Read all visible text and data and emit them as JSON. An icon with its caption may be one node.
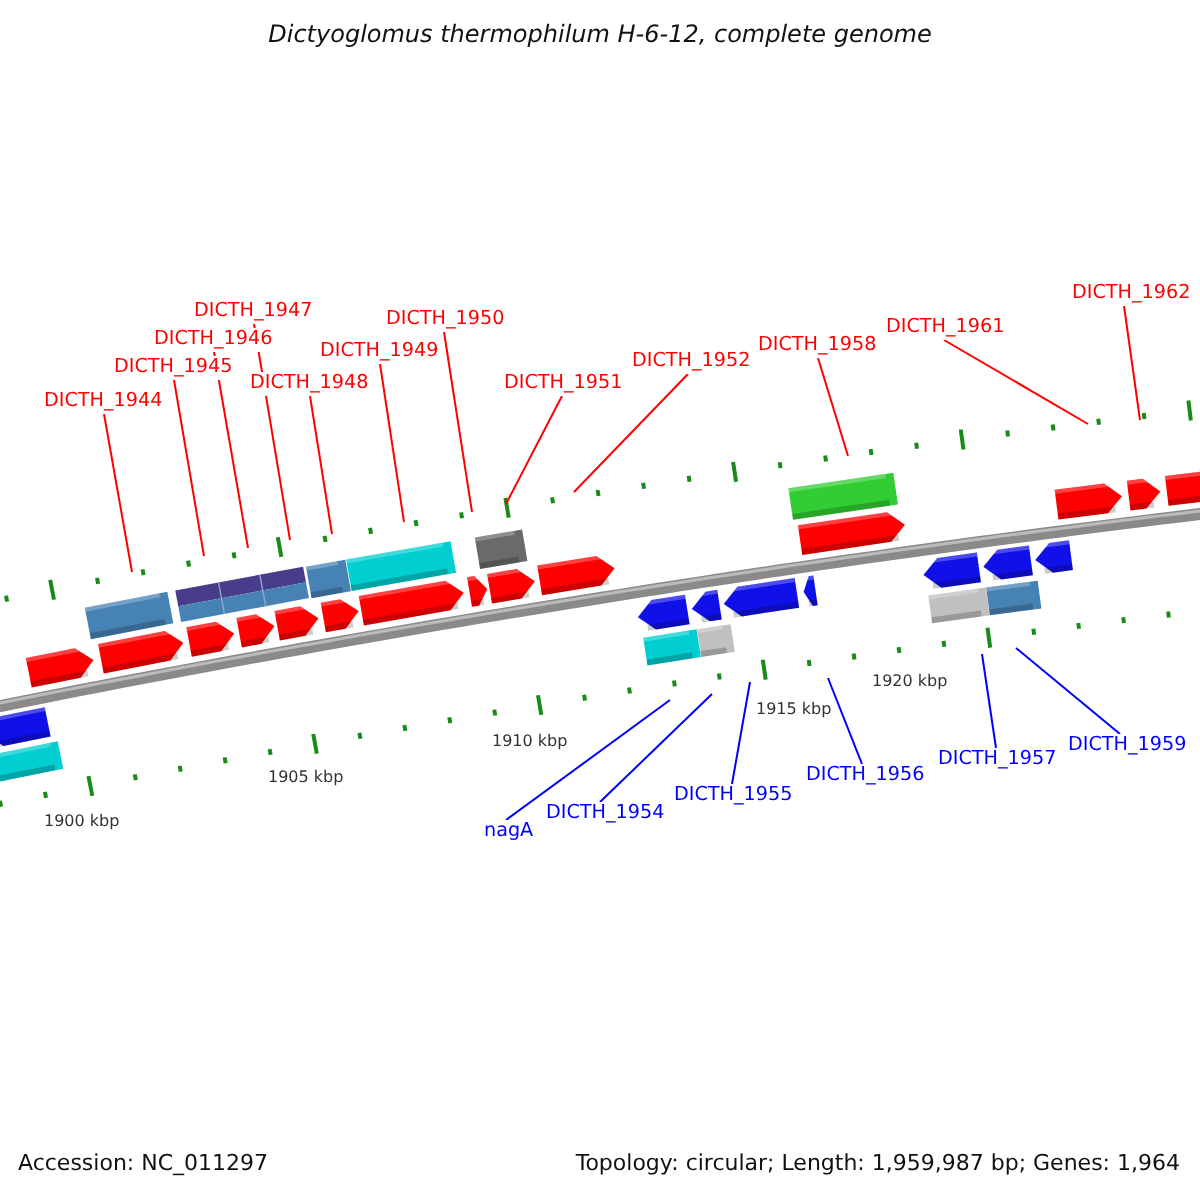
{
  "diagram": {
    "title": "Dictyoglomus thermophilum H-6-12, complete genome",
    "nodes": [
      {
        "text": [
          "DICTH_1962"
        ]
      },
      {
        "text": [
          "DICTH_1947"
        ]
      },
      {
        "text": [
          "DICTH_1950"
        ]
      },
      {
        "text": [
          "DICTH_1961"
        ]
      },
      {
        "text": [
          "DICTH_1946"
        ]
      },
      {
        "text": [
          "DICTH_1958"
        ]
      },
      {
        "text": [
          "DICTH_1949"
        ]
      },
      {
        "text": [
          "DICTH_1952"
        ]
      },
      {
        "text": [
          "DICTH_1945"
        ]
      },
      {
        "text": [
          "DICTH_1948"
        ]
      },
      {
        "text": [
          "DICTH_1951"
        ]
      },
      {
        "text": [
          "DICTH_1944"
        ]
      },
      {
        "text": [
          "DICTH_1959"
        ]
      },
      {
        "text": [
          "DICTH_1957"
        ]
      },
      {
        "text": [
          "DICTH_1956"
        ]
      },
      {
        "text": [
          "DICTH_1955"
        ]
      },
      {
        "text": [
          "DICTH_1954"
        ]
      },
      {
        "text": [
          "nagA"
        ]
      }
    ],
    "edges": [
      {
        "from": 0,
        "to": null,
        "arrow": "none"
      },
      {
        "from": 1,
        "to": null,
        "arrow": "none"
      },
      {
        "from": 2,
        "to": null,
        "arrow": "none"
      },
      {
        "from": 3,
        "to": null,
        "arrow": "none"
      },
      {
        "from": 4,
        "to": null,
        "arrow": "none"
      },
      {
        "from": 5,
        "to": null,
        "arrow": "none"
      },
      {
        "from": 6,
        "to": null,
        "arrow": "none"
      },
      {
        "from": 7,
        "to": null,
        "arrow": "none"
      },
      {
        "from": 8,
        "to": null,
        "arrow": "none"
      },
      {
        "from": 9,
        "to": null,
        "arrow": "none"
      },
      {
        "from": 10,
        "to": null,
        "arrow": "none"
      },
      {
        "from": 11,
        "to": null,
        "arrow": "none"
      },
      {
        "from": 12,
        "to": null,
        "arrow": "none",
        "color": "#0000ff"
      },
      {
        "from": 13,
        "to": null,
        "arrow": "none",
        "color": "#0000ff"
      },
      {
        "from": 14,
        "to": null,
        "arrow": "none",
        "color": "#0000ff"
      },
      {
        "from": 15,
        "to": null,
        "arrow": "none",
        "color": "#0000ff"
      },
      {
        "from": 16,
        "to": null,
        "arrow": "none",
        "color": "#0000ff"
      },
      {
        "from": 17,
        "to": null,
        "arrow": "none",
        "color": "#0000ff"
      }
    ],
    "labels": [
      "1920 kbp",
      "1915 kbp",
      "1910 kbp",
      "1905 kbp",
      "1900 kbp",
      "Accession: NC_011297",
      "Topology: circular; Length: 1,959,987 bp; Genes: 1,964"
    ]
  }
}
